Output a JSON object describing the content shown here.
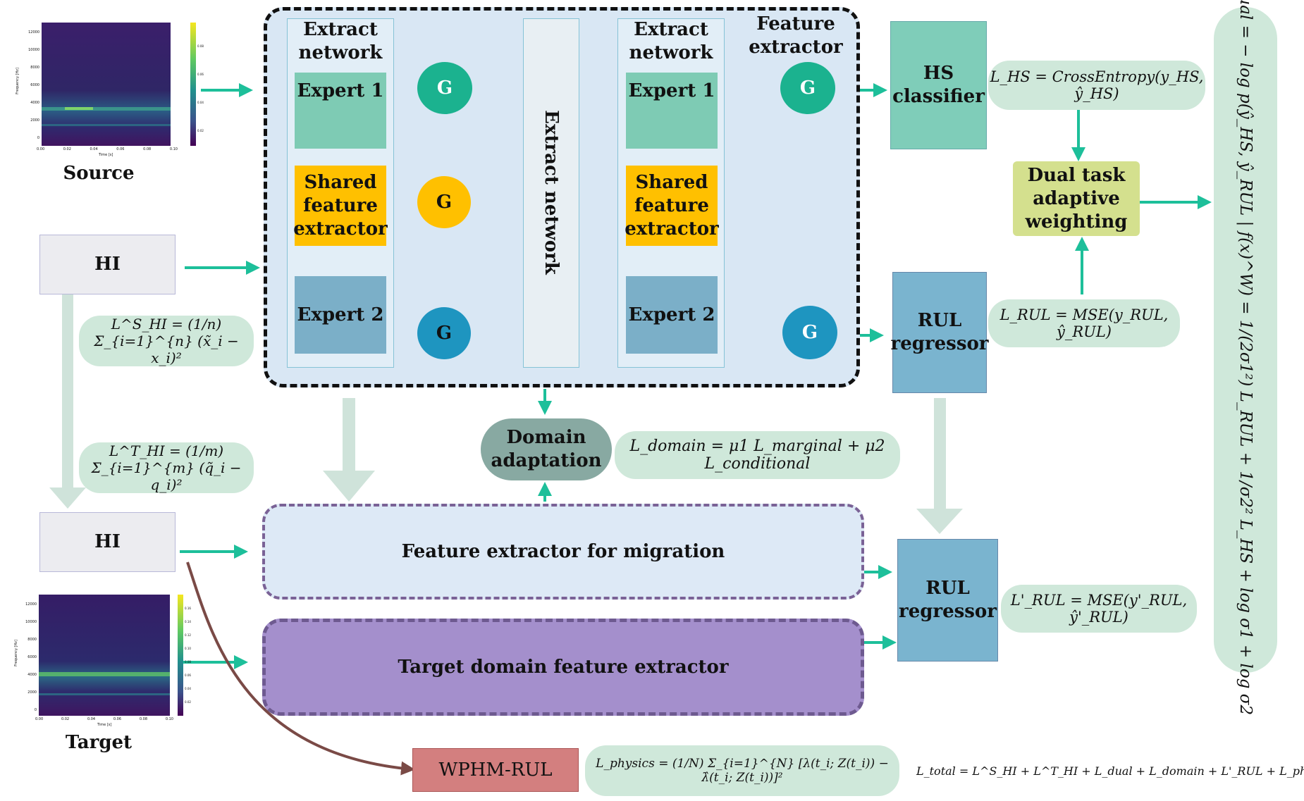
{
  "colors": {
    "teal_arrow": "#1dbf9a",
    "light_arrow": "#cfe3da",
    "dashed_blue_bg": "#d9e7f4",
    "expert_green": "#7ecbb4",
    "shared_yellow": "#ffc000",
    "expert_blue": "#7bafc8",
    "gate_green": "#1bb28f",
    "gate_yellow": "#ffc000",
    "gate_blue": "#1e95c0",
    "hs_classifier": "#7fcdb9",
    "rul_regressor": "#7ab4cf",
    "dual_task": "#d4e08e",
    "domain_adapt": "#88a9a2",
    "target_purple": "#a48fcc",
    "wphm": "#d37f7f",
    "formula_pill": "#cfe8da"
  },
  "source": {
    "label": "Source",
    "y_ticks": [
      "12000",
      "10000",
      "8000",
      "6000",
      "4000",
      "2000",
      "0"
    ],
    "x_ticks": [
      "0.00",
      "0.02",
      "0.04",
      "0.06",
      "0.08",
      "0.10"
    ],
    "x_label": "Time [s]",
    "y_label": "Frequency [Hz]",
    "colorbar_ticks": [
      "0.08",
      "0.06",
      "0.04",
      "0.02"
    ]
  },
  "target": {
    "label": "Target",
    "y_ticks": [
      "12000",
      "10000",
      "8000",
      "6000",
      "4000",
      "2000",
      "0"
    ],
    "x_ticks": [
      "0.00",
      "0.02",
      "0.04",
      "0.06",
      "0.08",
      "0.10"
    ],
    "x_label": "Time [s]",
    "y_label": "Frequency [Hz]",
    "colorbar_ticks": [
      "0.16",
      "0.14",
      "0.12",
      "0.10",
      "0.08",
      "0.06",
      "0.04",
      "0.02"
    ]
  },
  "hi_source": "HI",
  "hi_target": "HI",
  "extract_network_left": "Extract network",
  "extract_network_middle": "Extract network",
  "extract_network_right": "Extract network",
  "feature_extractor_title": "Feature extractor",
  "expert1_left": "Expert 1",
  "shared_left": "Shared feature extractor",
  "expert2_left": "Expert 2",
  "expert1_right": "Expert 1",
  "shared_right": "Shared feature extractor",
  "expert2_right": "Expert 2",
  "gate_label": "G",
  "hs_classifier": "HS classifier",
  "rul_regressor_top": "RUL regressor",
  "rul_regressor_bottom": "RUL regressor",
  "dual_task": "Dual task adaptive weighting",
  "domain_adaptation": "Domain adaptation",
  "feature_migration": "Feature extractor for migration",
  "target_extractor": "Target domain feature extractor",
  "wphm": "WPHM-RUL",
  "formulas": {
    "l_hs": "L_HS = CrossEntropy(y_HS, ŷ_HS)",
    "l_rul": "L_RUL = MSE(y_RUL, ŷ_RUL)",
    "l_rul_prime": "L'_RUL = MSE(y'_RUL, ŷ'_RUL)",
    "l_hi_s": "L^S_HI = (1/n) Σ_{i=1}^{n} (x̃_i − x_i)²",
    "l_hi_t": "L^T_HI = (1/m) Σ_{i=1}^{m} (q̃_i − q_i)²",
    "l_domain": "L_domain = μ1 L_marginal + μ2 L_conditional",
    "l_physics": "L_physics = (1/N) Σ_{i=1}^{N} [λ(t_i; Z(t_i)) − λ̂(t_i; Z(t_i))]²",
    "l_total": "L_total = L^S_HI + L^T_HI + L_dual + L_domain + L'_RUL + L_physics",
    "l_dual": "L_dual = − log p(ŷ_HS, ŷ_RUL | f(x)^W) = 1/(2σ1²) L_RUL + 1/σ2² L_HS + log σ1 + log σ2"
  }
}
